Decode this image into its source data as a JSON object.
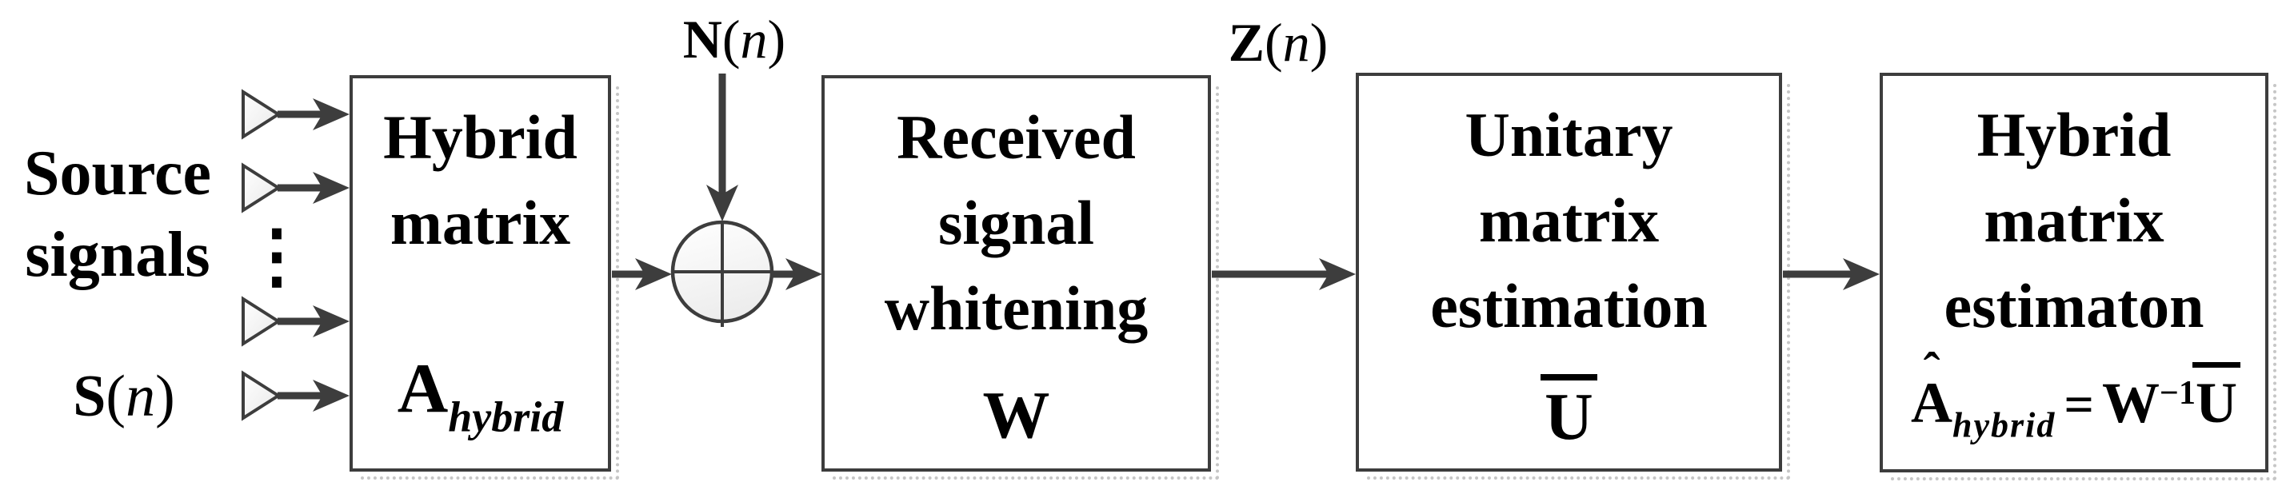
{
  "colors": {
    "line": "#3d3d3d",
    "text": "#000000",
    "shadow": "#c6c6c6",
    "fill_light": "#ededed"
  },
  "left": {
    "source_line1": "Source",
    "source_line2": "signals",
    "ellipsis": "⋮",
    "s_label": {
      "main": "S",
      "open": "(",
      "var": "n",
      "close": ")"
    }
  },
  "labels": {
    "noise": {
      "main": "N",
      "open": "(",
      "var": "n",
      "close": ")"
    },
    "z": {
      "main": "Z",
      "open": "(",
      "var": "n",
      "close": ")"
    }
  },
  "junction": {
    "type": "sum",
    "symbol": "plus-in-circle"
  },
  "blocks": [
    {
      "id": "hybrid-matrix",
      "lines": [
        "Hybrid",
        "matrix"
      ],
      "symbol_main": "A",
      "symbol_sub": "hybrid"
    },
    {
      "id": "received-signal-whitening",
      "lines": [
        "Received",
        "signal",
        "whitening"
      ],
      "symbol_main": "W"
    },
    {
      "id": "unitary-matrix-estimation",
      "lines": [
        "Unitary",
        "matrix",
        "estimation"
      ],
      "symbol_main": "U"
    },
    {
      "id": "hybrid-matrix-estimation",
      "lines": [
        "Hybrid",
        "matrix",
        "estimaton"
      ],
      "formula": {
        "hat": "ˆ",
        "lhs": "A",
        "lhs_sub": "hybrid",
        "eq": "=",
        "w": "W",
        "w_sup": "−1",
        "u": "U"
      }
    }
  ]
}
